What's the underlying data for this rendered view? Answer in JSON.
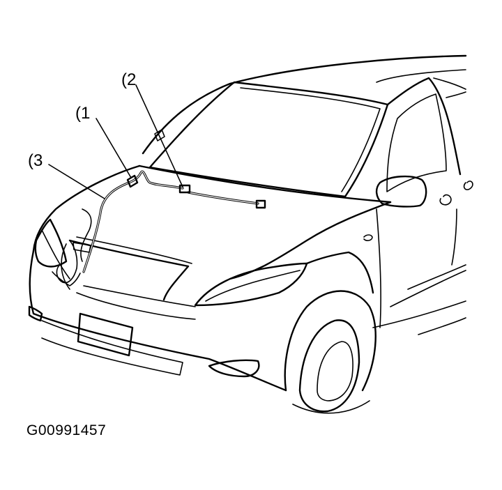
{
  "figure_id": "G00991457",
  "callouts": [
    {
      "number": "1"
    },
    {
      "number": "2"
    },
    {
      "number": "3"
    }
  ]
}
